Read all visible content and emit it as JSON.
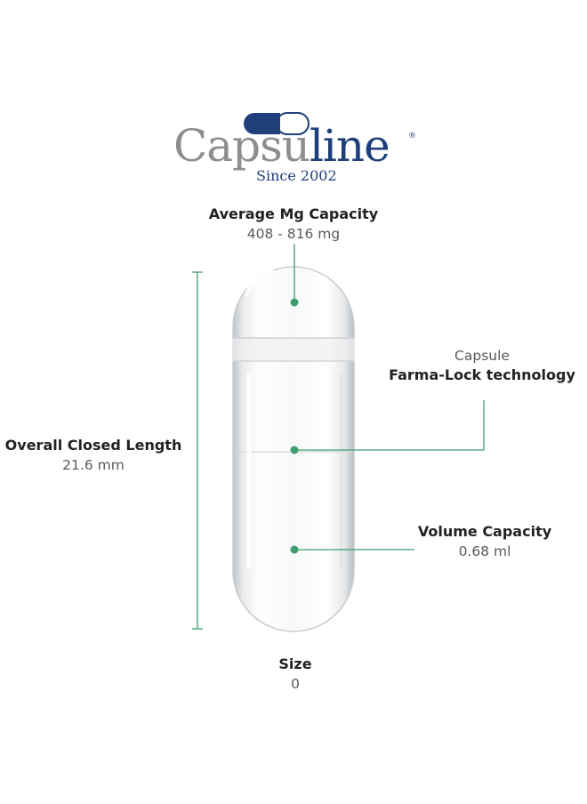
{
  "logo": {
    "brand_part1": "Capsu",
    "brand_part2": "line",
    "registered": "®",
    "tagline": "Since 2002"
  },
  "labels": {
    "mg_capacity": {
      "title": "Average Mg Capacity",
      "value": "408 - 816 mg"
    },
    "technology": {
      "line1": "Capsule",
      "line2": "Farma-Lock technology"
    },
    "length": {
      "title": "Overall Closed Length",
      "value": "21.6 mm"
    },
    "volume": {
      "title": "Volume Capacity",
      "value": "0.68 ml"
    },
    "size": {
      "title": "Size",
      "value": "0"
    }
  },
  "colors": {
    "accent_green": "#3f9e6e",
    "brand_blue": "#1f3f7a",
    "brand_gray": "#8e8e90"
  }
}
